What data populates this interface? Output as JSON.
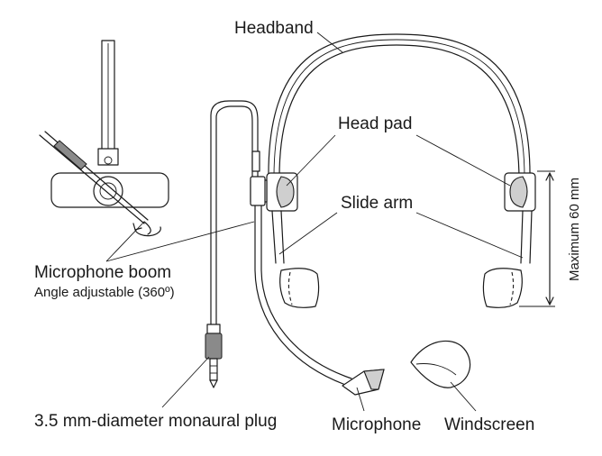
{
  "labels": {
    "headband": "Headband",
    "head_pad": "Head pad",
    "slide_arm": "Slide arm",
    "microphone_boom": "Microphone boom",
    "angle_adjustable": "Angle adjustable (360º)",
    "plug": "3.5 mm-diameter monaural plug",
    "microphone": "Microphone",
    "windscreen": "Windscreen",
    "maximum": "Maximum 60 mm"
  },
  "colors": {
    "line": "#1a1a1a",
    "shade": "#cfcfcf",
    "dark": "#8a8a8a",
    "background": "#ffffff"
  }
}
